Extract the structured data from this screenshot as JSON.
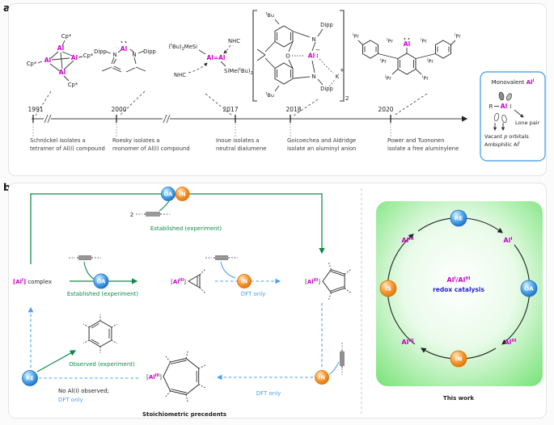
{
  "colors": {
    "aluminum_magenta": "#cc00cc",
    "experiment_green": "#0d8a4a",
    "dft_blue": "#4a9fee",
    "badge_blue": "#2e86d6",
    "badge_orange": "#f0861e",
    "redox_text_blue": "#2424cc",
    "cycle_box_green": "#74e274",
    "legend_border_blue": "#58a8e8"
  },
  "panel_a": {
    "label": "a",
    "structures": {
      "tetramer": {
        "al": "Al",
        "cp": "Cp*"
      },
      "monomer": {
        "dipp": "Dipp",
        "n": "N",
        "al": "Al"
      },
      "dialumene": {
        "si_top": {
          "p1": "(",
          "sup": "t",
          "p2": "Bu)",
          "sub": "2",
          "p3": "MeSi"
        },
        "al_al": "Al=Al",
        "nhc": "NHC",
        "si_bottom": {
          "p1": "SiMe(",
          "sup": "t",
          "p2": "Bu)",
          "sub": "2"
        }
      },
      "aluminyl": {
        "tbu_sup": "t",
        "tbu": "Bu",
        "dipp": "Dipp",
        "n": "N",
        "o": "O",
        "al": "Al",
        "charge": "−",
        "lone_pair": ":",
        "k": "K",
        "k_charge": "+",
        "dimer_subscript": "2"
      },
      "aluminylene": {
        "ipr_sup": "i",
        "ipr": "Pr",
        "al": "Al"
      }
    },
    "timeline": {
      "events": [
        {
          "year": "1991",
          "line1": "Schnöckel isolates a",
          "line2": "tetramer of Al(I) compound"
        },
        {
          "year": "2000",
          "line1": "Roesky isolates a",
          "line2": "monomer of Al(I) compound"
        },
        {
          "year": "2017",
          "line1": "Inoue isolates a",
          "line2": "neutral dialumene"
        },
        {
          "year": "2018",
          "line1": "Goicoechea and Aldridge",
          "line2": "isolate an aluminyl anion"
        },
        {
          "year": "2020",
          "line1": "Power and Tuononen",
          "line2": "isolate a free aluminylene"
        }
      ]
    },
    "legend": {
      "title_pre": "Monovalent ",
      "al": "Al",
      "sup_i": "I",
      "r": "R",
      "lone_pair_mark": ":",
      "lone_pair": "Lone pair",
      "vacant_pre": "Vacant ",
      "vacant_p": "p",
      "vacant_post": " orbitals",
      "ambiphilic_pre": "Ambiphilic Al",
      "ambiphilic_sup": "I"
    }
  },
  "panel_b": {
    "label": "b",
    "badges": {
      "oa": "OA",
      "in": "IN",
      "re": "RE",
      "is": "IS"
    },
    "coefficient": "2",
    "established": "Established (experiment)",
    "dft_only": "DFT only",
    "observed": "Observed (experiment)",
    "no_al_observed": "No Al(I) observed;",
    "al1_complex": {
      "open": "[",
      "al": "Al",
      "sup": "I",
      "close": "]",
      "suffix": " complex"
    },
    "al3_label": {
      "open": "[",
      "al": "Al",
      "sup": "III",
      "close": "]"
    },
    "precedents_caption": "Stoichiometric precedents",
    "cycle": {
      "al1": {
        "al": "Al",
        "sup": "I"
      },
      "al3": {
        "al": "Al",
        "sup": "III"
      },
      "center_al1": "Al",
      "center_sup1": "I",
      "center_slash": "/",
      "center_al2": "Al",
      "center_sup2": "III",
      "center_line2": "redox catalysis",
      "caption": "This work"
    }
  }
}
